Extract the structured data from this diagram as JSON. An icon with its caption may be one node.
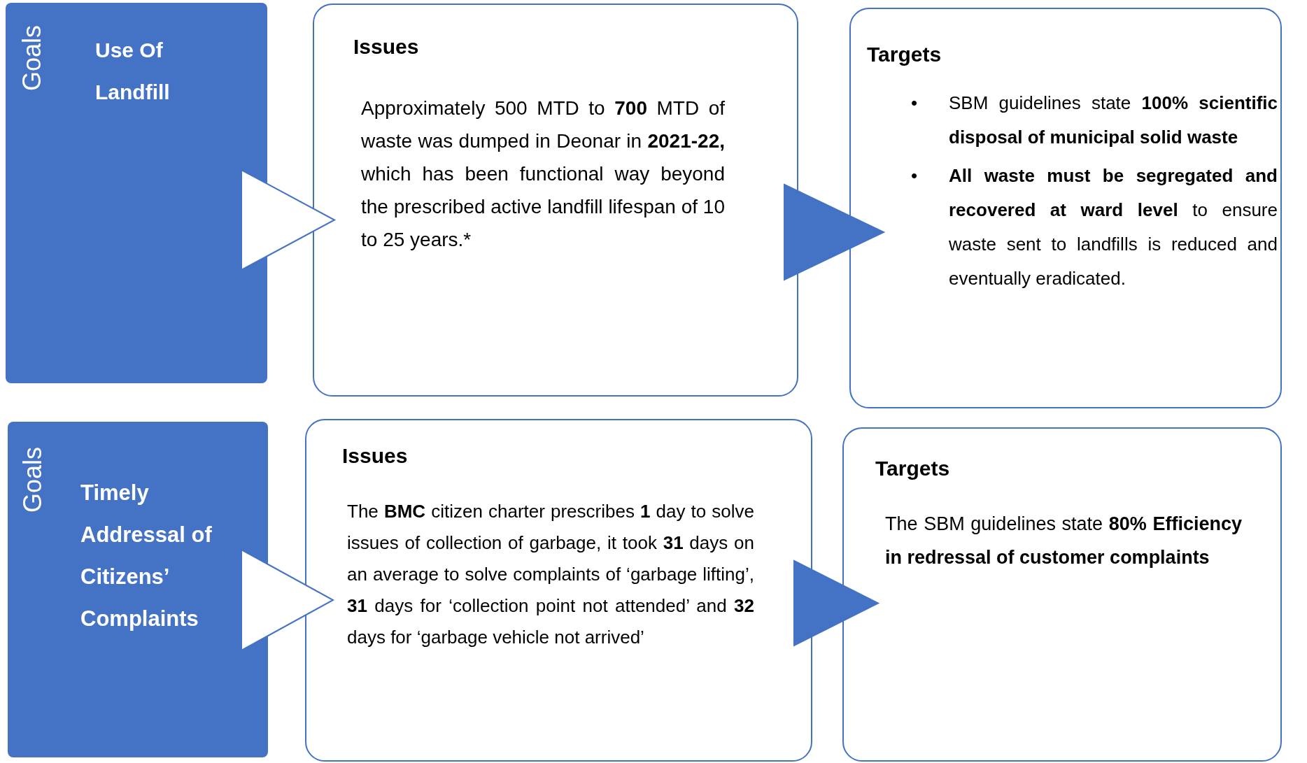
{
  "diagram": {
    "nodes": [
      {
        "text": [
          "Goals",
          "Use Of Landfill"
        ]
      },
      {
        "text": [
          "Issues",
          "Approximately 500 MTD to **700** MTD of waste was dumped in Deonar in **2021-22,** which has been functional way beyond the prescribed active landfill lifespan of 10 to 25 years.*"
        ]
      },
      {
        "text": [
          "Targets",
          "SBM guidelines state **100% scientific disposal of municipal solid waste**",
          "**All waste must be segregated and recovered at ward level** to ensure waste sent to landfills is reduced and eventually eradicated."
        ]
      },
      {
        "text": [
          "Goals",
          "Timely Addressal of Citizens’ Complaints"
        ]
      },
      {
        "text": [
          "Issues",
          "The **BMC** citizen charter prescribes **1** day to solve issues of collection of garbage, it took **31** days on an average to solve complaints of ‘garbage lifting’, **31** days for ‘collection point not attended’ and **32** days for ‘garbage vehicle not arrived’"
        ]
      },
      {
        "text": [
          "Targets",
          "The SBM guidelines state **80% Efficiency in redressal of customer complaints**"
        ]
      }
    ],
    "edges": [
      {
        "from": 0,
        "to": 1,
        "arrow": "to"
      },
      {
        "from": 1,
        "to": 2,
        "arrow": "to",
        "color": "#4472c4"
      },
      {
        "from": 3,
        "to": 4,
        "arrow": "to"
      },
      {
        "from": 4,
        "to": 5,
        "arrow": "to",
        "color": "#4472c4"
      }
    ],
    "labels": [
      "•",
      "•"
    ]
  }
}
